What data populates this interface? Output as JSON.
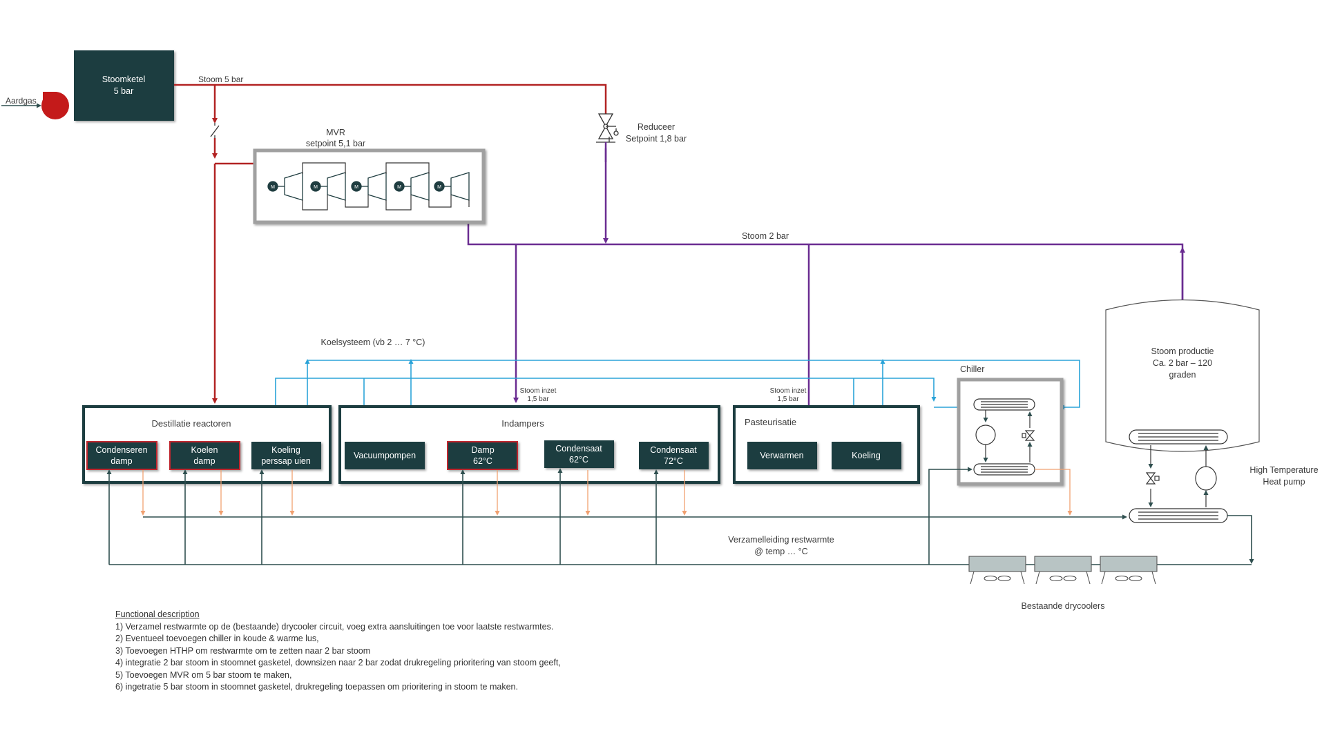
{
  "boiler": {
    "line1": "Stoomketel",
    "line2": "5 bar"
  },
  "fuel_input": "Aardgas",
  "steam5_label": "Stoom 5 bar",
  "reducer": {
    "line1": "Reduceer",
    "line2": "Setpoint 1,8 bar"
  },
  "mvr": {
    "line1": "MVR",
    "line2": "setpoint 5,1 bar",
    "motor_symbol": "M"
  },
  "steam2_label": "Stoom 2 bar",
  "cooling_label": "Koelsysteem (vb 2 … 7 °C)",
  "steam_inlet": {
    "line1": "Stoom inzet",
    "line2": "1,5 bar"
  },
  "chiller_label": "Chiller",
  "steam_production": {
    "line1": "Stoom productie",
    "line2": "Ca. 2 bar – 120",
    "line3": "graden"
  },
  "htp_label": {
    "line1": "High Temperature",
    "line2": "Heat pump"
  },
  "collector": {
    "line1": "Verzamelleiding restwarmte",
    "line2": "@ temp … °C"
  },
  "drycoolers_label": "Bestaande drycoolers",
  "groups": {
    "distillation": {
      "title": "Destillatie reactoren",
      "units": [
        {
          "line1": "Condenseren",
          "line2": "damp"
        },
        {
          "line1": "Koelen",
          "line2": "damp"
        },
        {
          "line1": "Koeling",
          "line2": "perssap uien"
        }
      ]
    },
    "evaporators": {
      "title": "Indampers",
      "units": [
        {
          "line1": "Vacuumpompen",
          "line2": ""
        },
        {
          "line1": "Damp",
          "line2": "62°C"
        },
        {
          "line1": "Condensaat",
          "line2": "62°C"
        },
        {
          "line1": "Condensaat",
          "line2": "72°C"
        }
      ]
    },
    "pasteurisation": {
      "title": "Pasteurisatie",
      "units": [
        {
          "line1": "Verwarmen",
          "line2": ""
        },
        {
          "line1": "Koeling",
          "line2": ""
        }
      ]
    }
  },
  "functional_description": {
    "heading": "Functional description",
    "items": [
      "1) Verzamel restwarmte op de (bestaande) drycooler circuit, voeg extra aansluitingen toe voor laatste restwarmtes.",
      "2) Eventueel toevoegen chiller in koude & warme lus,",
      "3) Toevoegen HTHP om restwarmte om te zetten naar 2 bar stoom",
      "4) integratie 2 bar stoom in stoomnet gasketel, downsizen naar 2 bar zodat drukregeling prioritering van stoom geeft,",
      "5) Toevoegen MVR om 5 bar stoom te maken,",
      "6) ingetratie 5 bar stoom in stoomnet gasketel, drukregeling toepassen om prioritering in stoom te maken."
    ]
  },
  "colors": {
    "steam5": "#b22222",
    "steam2": "#6a2c91",
    "cooling": "#2aa3d8",
    "collector": "#2f4f4f",
    "heat_branch": "#f0a070",
    "dark_unit": "#1f3d40",
    "unit_red_border": "#c0282d"
  }
}
